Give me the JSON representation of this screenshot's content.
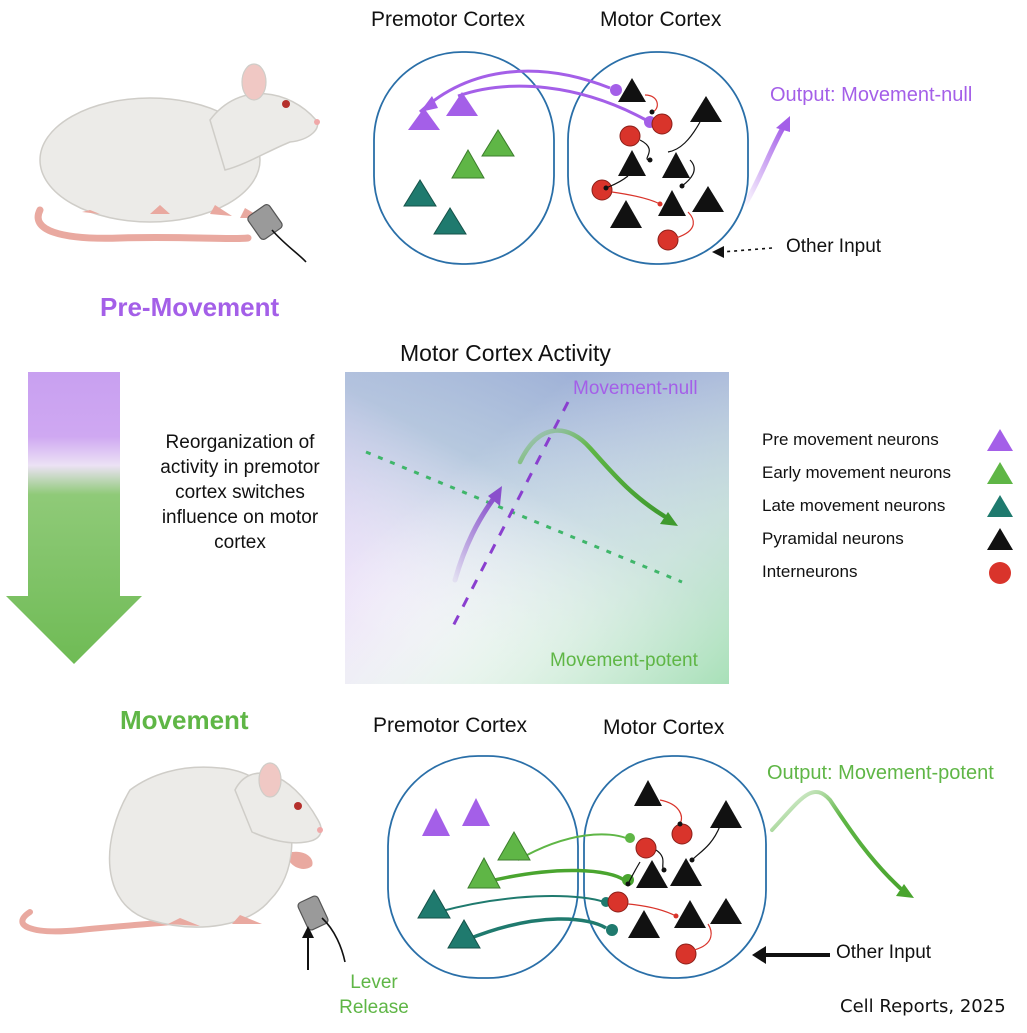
{
  "top_panel": {
    "premotor_title": "Premotor Cortex",
    "motor_title": "Motor Cortex",
    "output_label": "Output: Movement-null",
    "other_input_label": "Other Input"
  },
  "phase_labels": {
    "pre_movement": "Pre-Movement",
    "movement": "Movement"
  },
  "transition_caption": "Reorganization of activity in premotor cortex switches influence on motor cortex",
  "activity_panel": {
    "title": "Motor Cortex Activity",
    "null_label": "Movement-null",
    "potent_label": "Movement-potent"
  },
  "legend": [
    {
      "label": "Pre movement neurons",
      "icon": "triangle-icon",
      "color": "#a45fe8"
    },
    {
      "label": "Early movement neurons",
      "icon": "triangle-icon",
      "color": "#5fb646"
    },
    {
      "label": "Late movement neurons",
      "icon": "triangle-icon",
      "color": "#1f7a6e"
    },
    {
      "label": "Pyramidal neurons",
      "icon": "triangle-icon",
      "color": "#111111"
    },
    {
      "label": "Interneurons",
      "icon": "circle-icon",
      "color": "#d9342b"
    }
  ],
  "bottom_panel": {
    "premotor_title": "Premotor Cortex",
    "motor_title": "Motor Cortex",
    "output_label": "Output: Movement-potent",
    "other_input_label": "Other Input",
    "lever_label": "Lever Release"
  },
  "citation": "Cell Reports, 2025",
  "colors": {
    "purple": "#a45fe8",
    "green": "#5fb646",
    "teal": "#1f7a6e",
    "red": "#d9342b",
    "outline_blue": "#2a6fa8"
  }
}
